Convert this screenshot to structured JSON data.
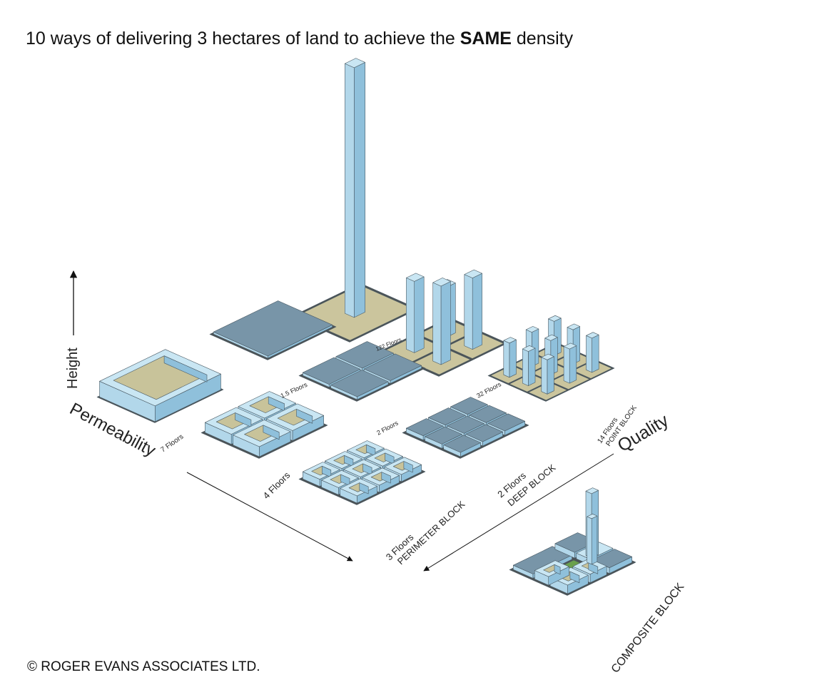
{
  "title": {
    "prefix": "10 ways of delivering 3 hectares of land to achieve the ",
    "emphasis": "SAME",
    "suffix": " density"
  },
  "copyright": "© ROGER EVANS ASSOCIATES LTD.",
  "axes": {
    "height": "Height",
    "permeability": "Permeability",
    "quality": "Quality"
  },
  "labels": {
    "floors_122": "122 Floors",
    "floors_1_5": "1.5 Floors",
    "floors_2": "2 Floors",
    "floors_32": "32 Floors",
    "floors_7": "7 Floors",
    "floors_4": "4 Floors",
    "deep_block_floors": "2 Floors",
    "deep_block": "DEEP BLOCK",
    "perimeter_floors": "3 Floors",
    "perimeter_block": "PERIMETER BLOCK",
    "point_floors": "14 Floors",
    "point_block": "POINT BLOCK",
    "composite_block": "COMPOSITE BLOCK"
  },
  "colors": {
    "building_top": "#c9e6f3",
    "building_left": "#b2d7ea",
    "building_right": "#8fc0db",
    "flat_block": "#7895a8",
    "courtyard": "#c8c39a",
    "ground": "#cbc59d",
    "plot_shadow": "#4c5356",
    "green_space": "#6aa04c"
  }
}
